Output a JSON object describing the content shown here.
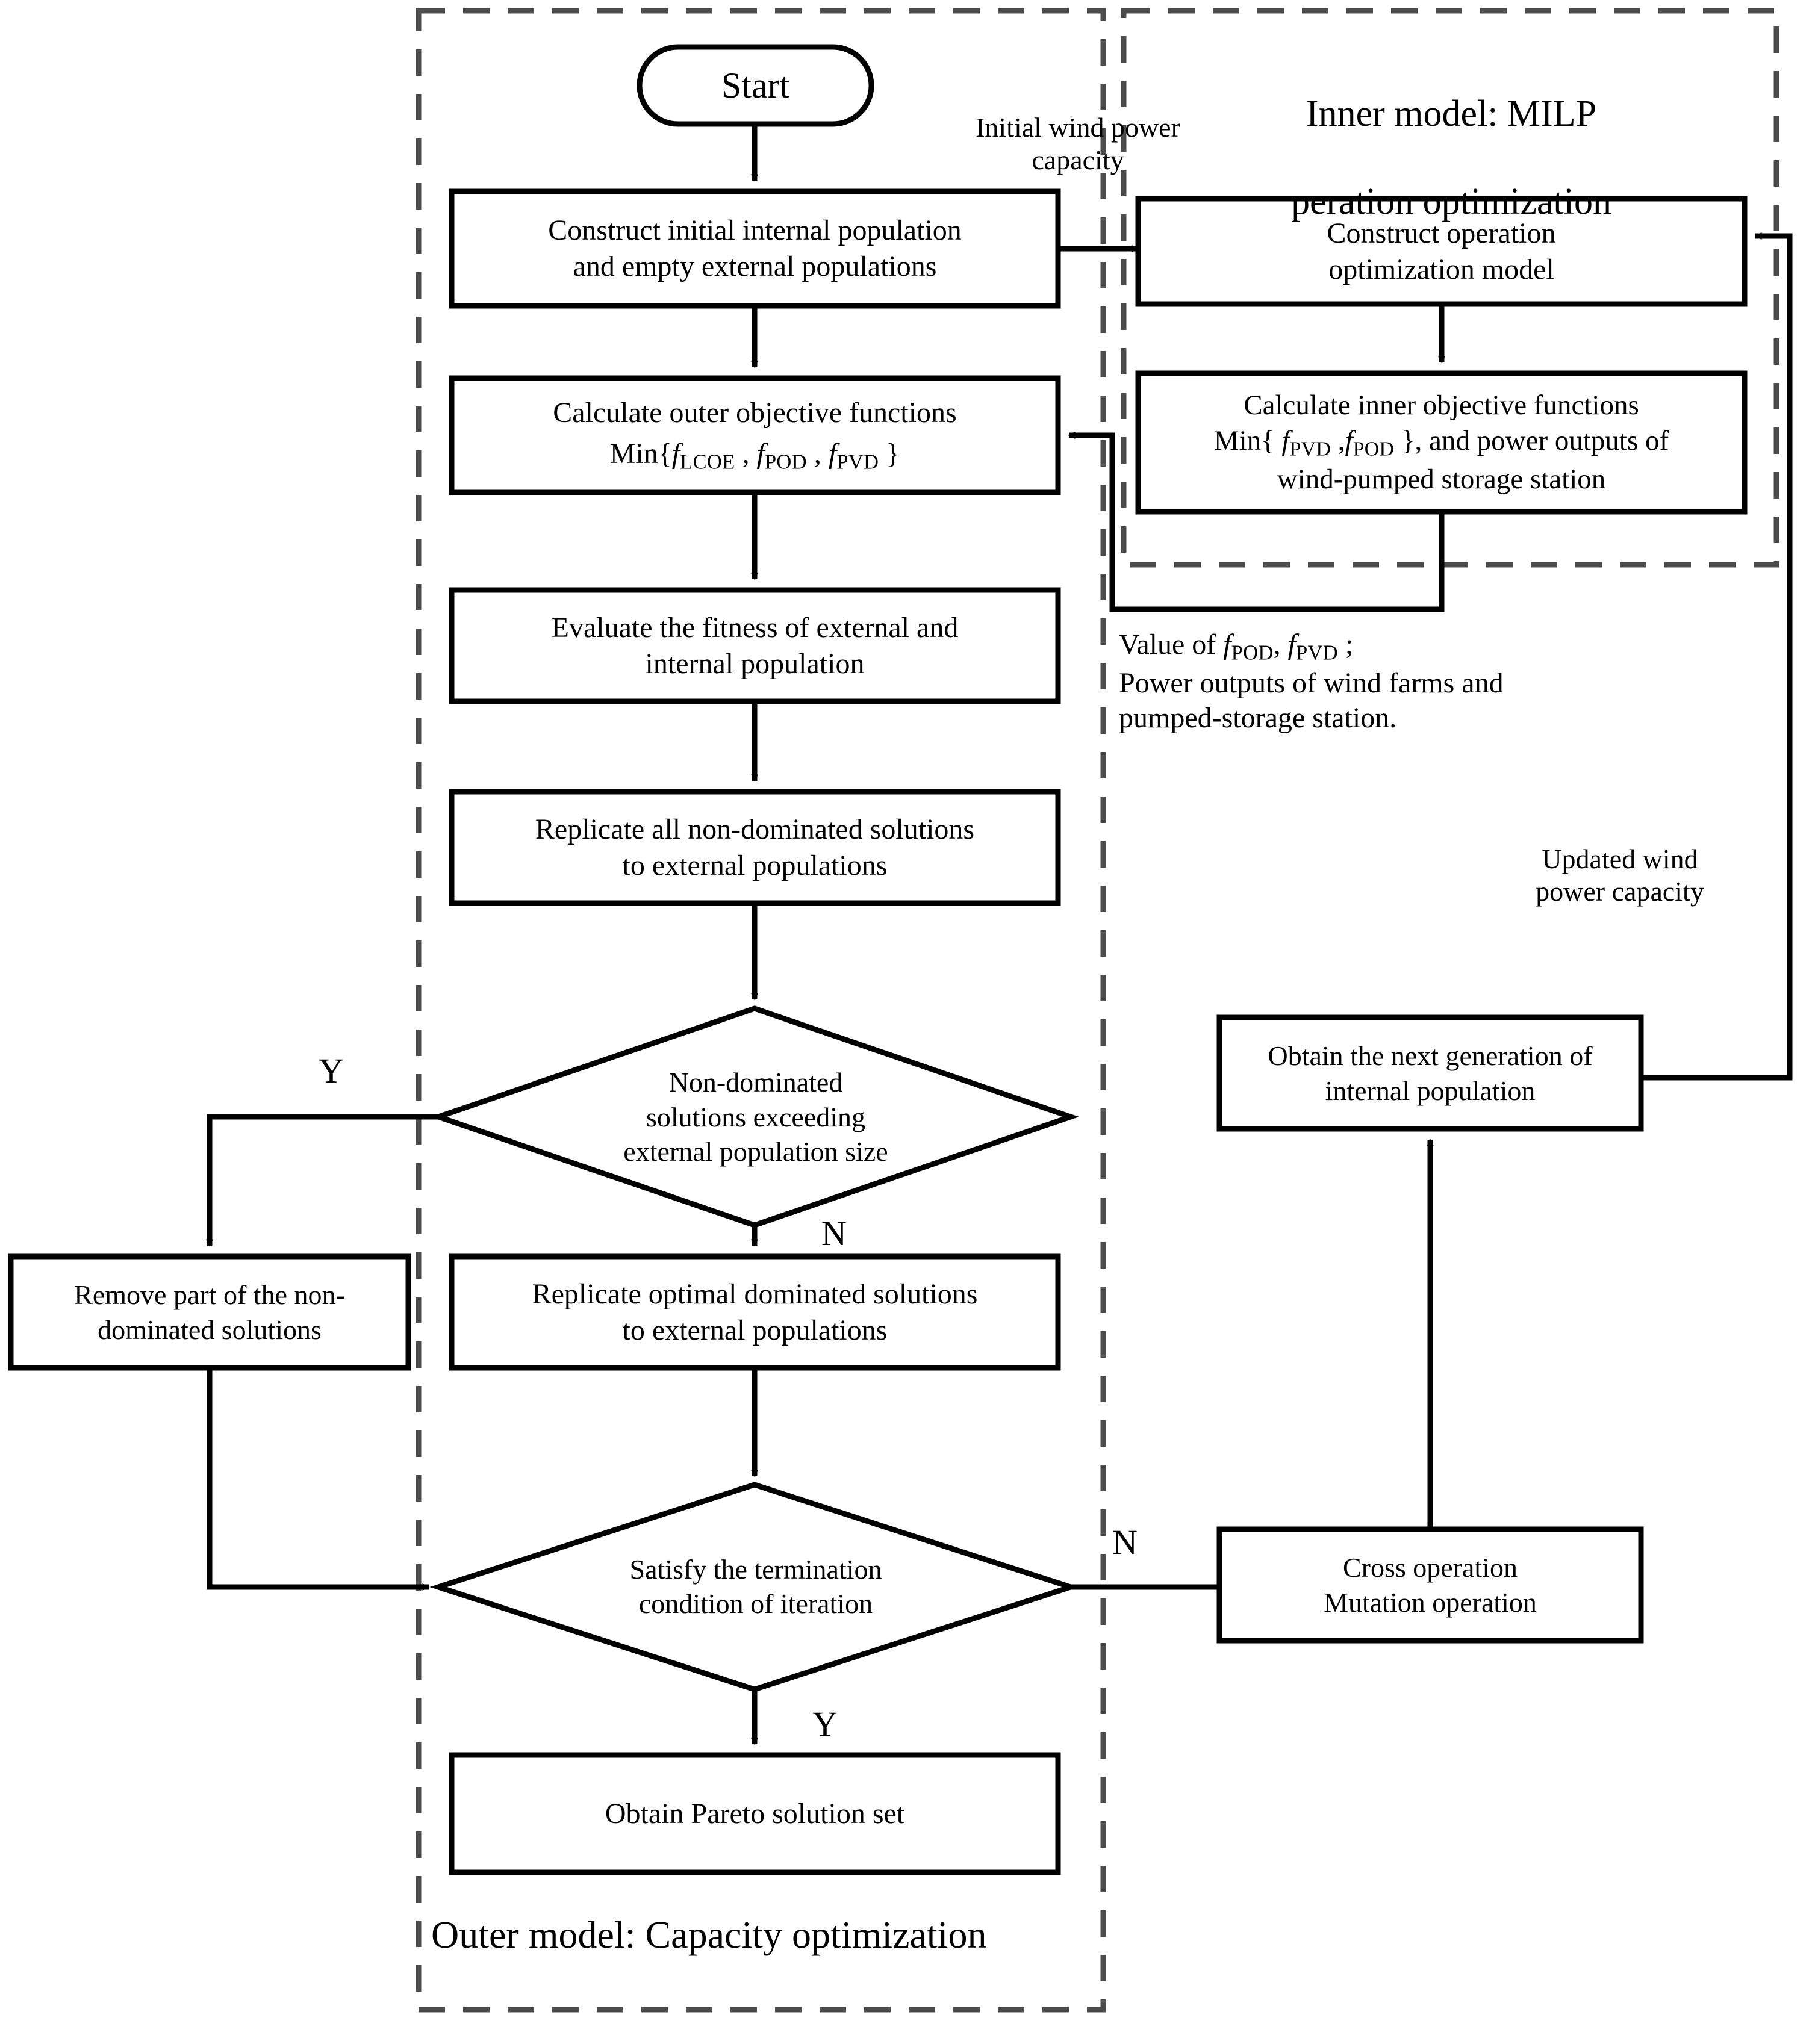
{
  "diagram": {
    "title_outer": "Outer model: Capacity optimization",
    "title_inner_line1": "Inner model: MILP",
    "title_inner_line2": "peration optimization"
  },
  "nodes": {
    "start": "Start",
    "construct_initial": "Construct initial internal population\nand empty external populations",
    "calc_outer_line1": "Calculate outer objective functions",
    "calc_outer_min_prefix": "Min{",
    "calc_outer_f1_base": "f",
    "calc_outer_f1_sub": "LCOE",
    "calc_outer_sep1": " , ",
    "calc_outer_f2_base": "f",
    "calc_outer_f2_sub": "POD",
    "calc_outer_sep2": " , ",
    "calc_outer_f3_base": "f",
    "calc_outer_f3_sub": "PVD",
    "calc_outer_suffix": " }",
    "evaluate_fitness": "Evaluate the fitness of external and\ninternal population",
    "replicate_all": "Replicate all non-dominated solutions\nto external populations",
    "decision_nondominated": "Non-dominated\nsolutions exceeding\nexternal population size",
    "remove_part": "Remove part of the non-\ndominated solutions",
    "replicate_optimal": "Replicate optimal dominated solutions\nto external populations",
    "decision_termination": "Satisfy the termination\ncondition of iteration",
    "obtain_pareto": "Obtain Pareto solution set",
    "construct_operation": "Construct operation\noptimization model",
    "calc_inner_line1": "Calculate inner objective functions",
    "calc_inner_min_prefix": "Min{ ",
    "calc_inner_f1_base": "f",
    "calc_inner_f1_sub": "PVD",
    "calc_inner_sep1": " ,",
    "calc_inner_f2_base": "f",
    "calc_inner_f2_sub": "POD",
    "calc_inner_suffix": " }, and power outputs of",
    "calc_inner_line3": "wind-pumped storage station",
    "obtain_next_gen": "Obtain the next generation of\ninternal population",
    "cross_mutation": "Cross operation\nMutation operation"
  },
  "edge_labels": {
    "initial_wind_power_capacity": "Initial wind power\ncapacity",
    "value_of_prefix": "Value of  ",
    "value_f1_base": "f",
    "value_f1_sub": "POD",
    "value_sep": ",  ",
    "value_f2_base": "f",
    "value_f2_sub": "PVD",
    "value_suffix": " ;",
    "power_outputs_line2": "Power outputs of wind farms and",
    "power_outputs_line3": "pumped-storage station.",
    "updated_wind_power_capacity": "Updated wind\npower capacity",
    "yes_upper": "Y",
    "no_upper": "N",
    "no_lower": "N",
    "yes_lower": "Y"
  },
  "colors": {
    "stroke": "#000000",
    "dashed_boundary": "#4d4d4d",
    "background": "#ffffff"
  }
}
